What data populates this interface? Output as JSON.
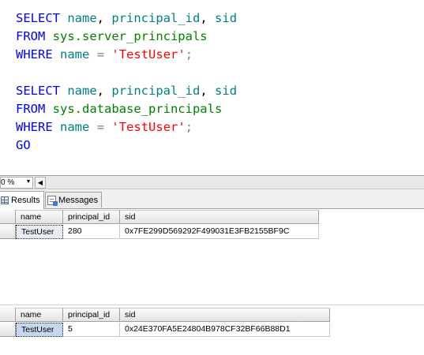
{
  "editor": {
    "lines": [
      [
        {
          "t": "SELECT",
          "c": "kw"
        },
        {
          "t": " "
        },
        {
          "t": "name",
          "c": "obj"
        },
        {
          "t": ","
        },
        {
          "t": " "
        },
        {
          "t": "principal_id",
          "c": "obj"
        },
        {
          "t": ","
        },
        {
          "t": " "
        },
        {
          "t": "sid",
          "c": "obj"
        }
      ],
      [
        {
          "t": "FROM",
          "c": "kw"
        },
        {
          "t": " "
        },
        {
          "t": "sys.server_principals",
          "c": "sys"
        }
      ],
      [
        {
          "t": "WHERE",
          "c": "kw"
        },
        {
          "t": " "
        },
        {
          "t": "name",
          "c": "obj"
        },
        {
          "t": " "
        },
        {
          "t": "=",
          "c": "op"
        },
        {
          "t": " "
        },
        {
          "t": "'TestUser'",
          "c": "str"
        },
        {
          "t": ";",
          "c": "op"
        }
      ],
      [],
      [
        {
          "t": "SELECT",
          "c": "kw"
        },
        {
          "t": " "
        },
        {
          "t": "name",
          "c": "obj"
        },
        {
          "t": ","
        },
        {
          "t": " "
        },
        {
          "t": "principal_id",
          "c": "obj"
        },
        {
          "t": ","
        },
        {
          "t": " "
        },
        {
          "t": "sid",
          "c": "obj"
        }
      ],
      [
        {
          "t": "FROM",
          "c": "kw"
        },
        {
          "t": " "
        },
        {
          "t": "sys.database_principals",
          "c": "sys"
        }
      ],
      [
        {
          "t": "WHERE",
          "c": "kw"
        },
        {
          "t": " "
        },
        {
          "t": "name",
          "c": "obj"
        },
        {
          "t": " "
        },
        {
          "t": "=",
          "c": "op"
        },
        {
          "t": " "
        },
        {
          "t": "'TestUser'",
          "c": "str"
        },
        {
          "t": ";",
          "c": "op"
        }
      ],
      [
        {
          "t": "GO",
          "c": "kw"
        }
      ]
    ]
  },
  "zoom": {
    "value": "0 %",
    "dropdown_glyph": "▼",
    "scroll_left_glyph": "◀"
  },
  "tabs": {
    "results_label": "Results",
    "messages_label": "Messages"
  },
  "grid1": {
    "columns": [
      "name",
      "principal_id",
      "sid"
    ],
    "row": [
      "TestUser",
      "280",
      "0x7FE299D569292F499031E3FB2155BF9C"
    ]
  },
  "grid2": {
    "columns": [
      "name",
      "principal_id",
      "sid"
    ],
    "row": [
      "TestUser",
      "5",
      "0x24E370FA5E24804B978CF32BF66B88D1"
    ]
  },
  "colors": {
    "keyword": "#0000ff",
    "object": "#008080",
    "system_object": "#008000",
    "string": "#ff0000",
    "operator": "#808080"
  }
}
